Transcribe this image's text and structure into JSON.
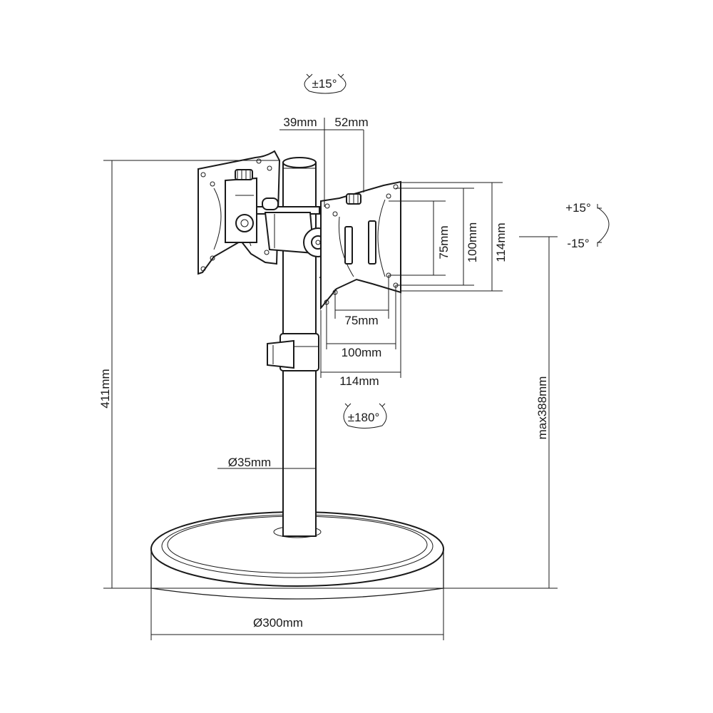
{
  "diagram": {
    "dimensions": {
      "tilt_top": "±15°",
      "offset_left": "39mm",
      "offset_right": "52mm",
      "vesa_v_75": "75mm",
      "vesa_v_100": "100mm",
      "vesa_v_114": "114mm",
      "vesa_h_75": "75mm",
      "vesa_h_100": "100mm",
      "vesa_h_114": "114mm",
      "rotate_plus": "+15°",
      "rotate_minus": "-15°",
      "swivel": "±180°",
      "pole_diameter": "Ø35mm",
      "total_height": "411mm",
      "max_height": "max388mm",
      "base_diameter": "Ø300mm"
    }
  }
}
